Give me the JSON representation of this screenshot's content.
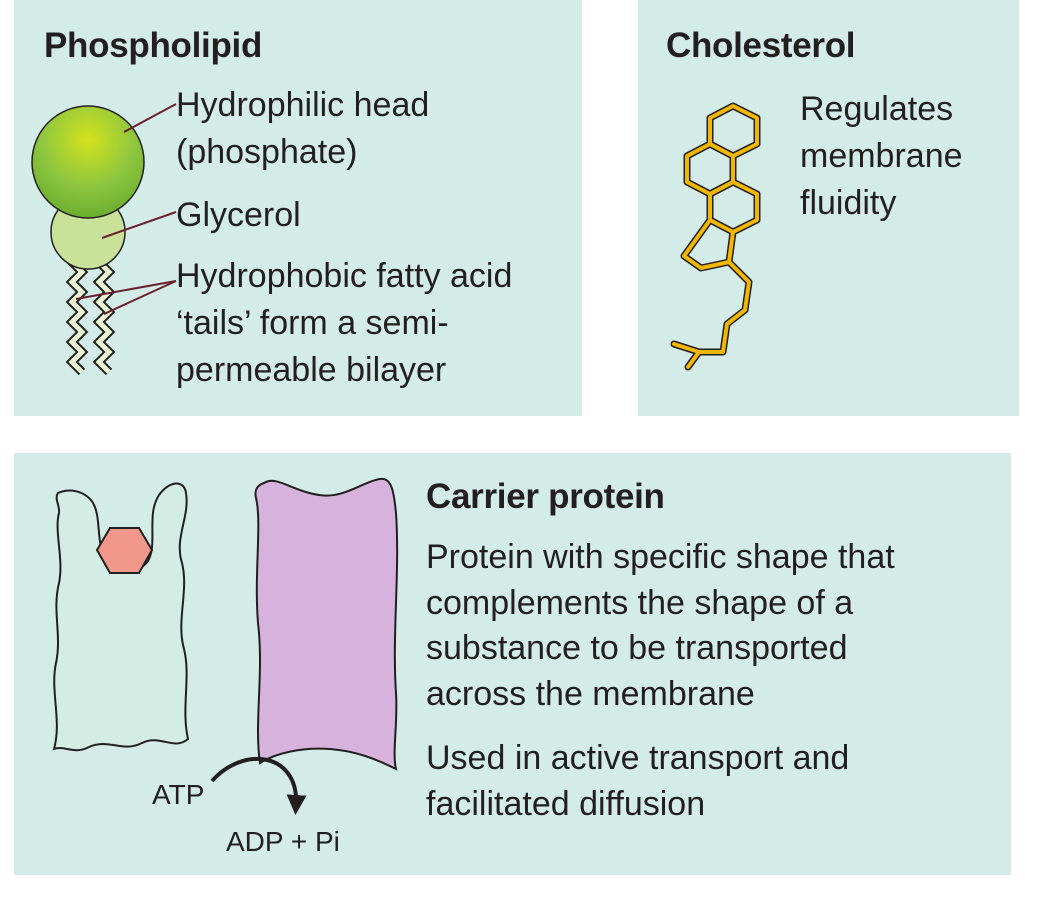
{
  "phospholipid": {
    "title": "Phospholipid",
    "head_label": [
      "Hydrophilic head",
      "(phosphate)"
    ],
    "glycerol_label": "Glycerol",
    "tails_label": [
      "Hydrophobic fatty acid",
      "‘tails’ form a semi-",
      "permeable bilayer"
    ],
    "colors": {
      "head": "#8dc63f",
      "glycerol": "#c8e29a",
      "tails": "#e6f2d0"
    }
  },
  "cholesterol": {
    "title": "Cholesterol",
    "description": [
      "Regulates",
      "membrane",
      "fluidity"
    ],
    "colors": {
      "structure": "#f2b705"
    }
  },
  "carrier": {
    "title": "Carrier protein",
    "description": [
      "Protein with specific shape that",
      "complements the shape of a",
      "substance to be transported",
      "across the membrane"
    ],
    "usage": [
      "Used in active transport and",
      "facilitated diffusion"
    ],
    "atp_label": "ATP",
    "adp_label": "ADP + Pi",
    "colors": {
      "protein_open": "#d4ede4",
      "protein_closed": "#d6b2dc",
      "substrate": "#f2988a"
    }
  }
}
